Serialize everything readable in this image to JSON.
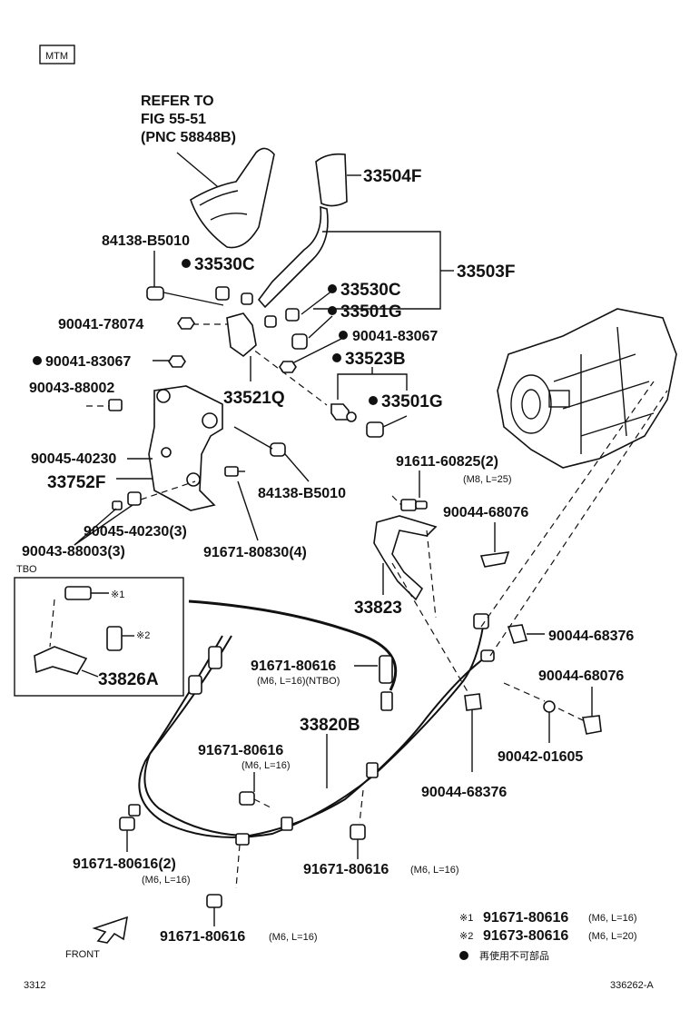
{
  "header": {
    "model_badge": "MTM"
  },
  "refer": {
    "line1": "REFER TO",
    "line2": "FIG 55-51",
    "line3": "(PNC 58848B)"
  },
  "callouts": {
    "p33504F": "33504F",
    "p84138_top": "84138-B5010",
    "p33530C_a": "33530C",
    "p33530C_b": "33530C",
    "p33503F": "33503F",
    "p33501G_a": "33501G",
    "p90041_78074": "90041-78074",
    "p90041_83067_r": "90041-83067",
    "p90041_83067_l": "90041-83067",
    "p33523B": "33523B",
    "p90043_88002": "90043-88002",
    "p33521Q": "33521Q",
    "p33501G_b": "33501G",
    "p90045_40230": "90045-40230",
    "p33752F": "33752F",
    "p84138_bot": "84138-B5010",
    "p91611": "91611-60825(2)",
    "p91611_spec": "(M8, L=25)",
    "p90044_68076_a": "90044-68076",
    "p90045_40230_3": "90045-40230(3)",
    "p90043_88003_3": "90043-88003(3)",
    "p91671_80830": "91671-80830(4)",
    "p33823": "33823",
    "p90044_68376_a": "90044-68376",
    "p33826A": "33826A",
    "p91671_ntbo": "91671-80616",
    "p91671_ntbo_spec": "(M6, L=16)(NTBO)",
    "p90044_68076_b": "90044-68076",
    "p33820B": "33820B",
    "p90042_01605": "90042-01605",
    "p91671_mid": "91671-80616",
    "p91671_mid_spec": "(M6, L=16)",
    "p90044_68376_b": "90044-68376",
    "p91671_2": "91671-80616(2)",
    "p91671_2_spec": "(M6, L=16)",
    "p91671_br": "91671-80616",
    "p91671_br_spec": "(M6, L=16)",
    "p91671_bot": "91671-80616",
    "p91671_bot_spec": "(M6, L=16)"
  },
  "tbo_box": {
    "label": "TBO",
    "mark1": "※1",
    "mark2": "※2"
  },
  "notes": {
    "note1_mark": "※1",
    "note1_part": "91671-80616",
    "note1_spec": "(M6, L=16)",
    "note2_mark": "※2",
    "note2_part": "91673-80616",
    "note2_spec": "(M6, L=20)",
    "note3_text": "再使用不可部品"
  },
  "front_label": "FRONT",
  "footer": {
    "page": "3312",
    "figure_id": "336262-A"
  }
}
